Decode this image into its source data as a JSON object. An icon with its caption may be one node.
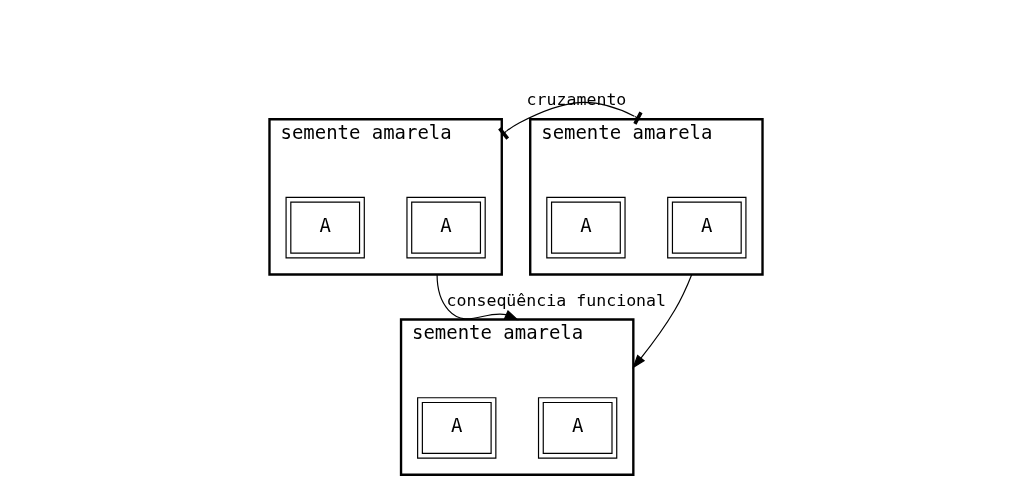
{
  "diagram": {
    "nodes": [
      {
        "text": [
          "semente amarela"
        ]
      },
      {
        "text": [
          "A"
        ],
        "in": 0
      },
      {
        "text": [
          "A"
        ],
        "in": 0
      },
      {
        "text": [
          "semente amarela"
        ]
      },
      {
        "text": [
          "A"
        ],
        "in": 3
      },
      {
        "text": [
          "A"
        ],
        "in": 3
      },
      {
        "text": [
          "semente amarela"
        ]
      },
      {
        "text": [
          "A"
        ],
        "in": 6
      },
      {
        "text": [
          "A"
        ],
        "in": 6
      }
    ],
    "edges": [
      {
        "from": 0,
        "to": 3,
        "arrow": "other",
        "label": "cruzamento"
      },
      {
        "from": 0,
        "to": 6,
        "arrow": "to",
        "label": "conseqüência funcional"
      },
      {
        "from": 3,
        "to": 6,
        "arrow": "to"
      }
    ]
  }
}
